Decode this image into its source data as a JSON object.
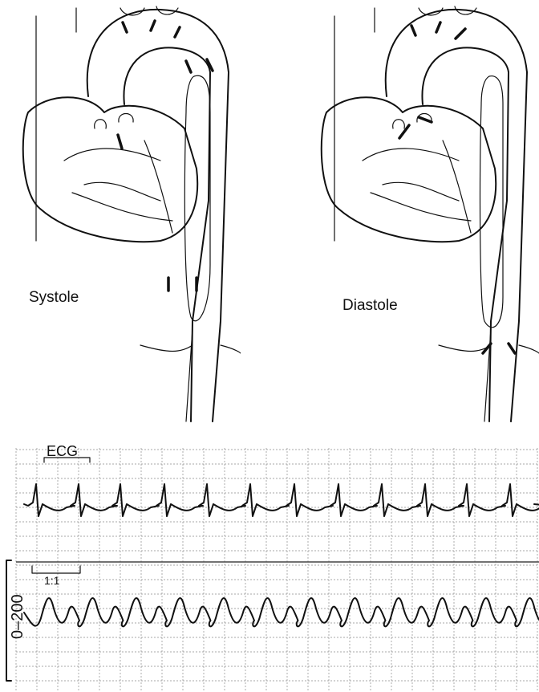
{
  "figure": {
    "panels": [
      {
        "label": "Systole"
      },
      {
        "label": "Diastole"
      }
    ],
    "ecg_label": "ECG",
    "ratio_label": "1:1",
    "pressure_scale_label": "0–200"
  },
  "colors": {
    "ink": "#111111",
    "grid": "#8a8a8a",
    "paper": "#ffffff"
  },
  "icons": [
    "arrow-icon"
  ]
}
